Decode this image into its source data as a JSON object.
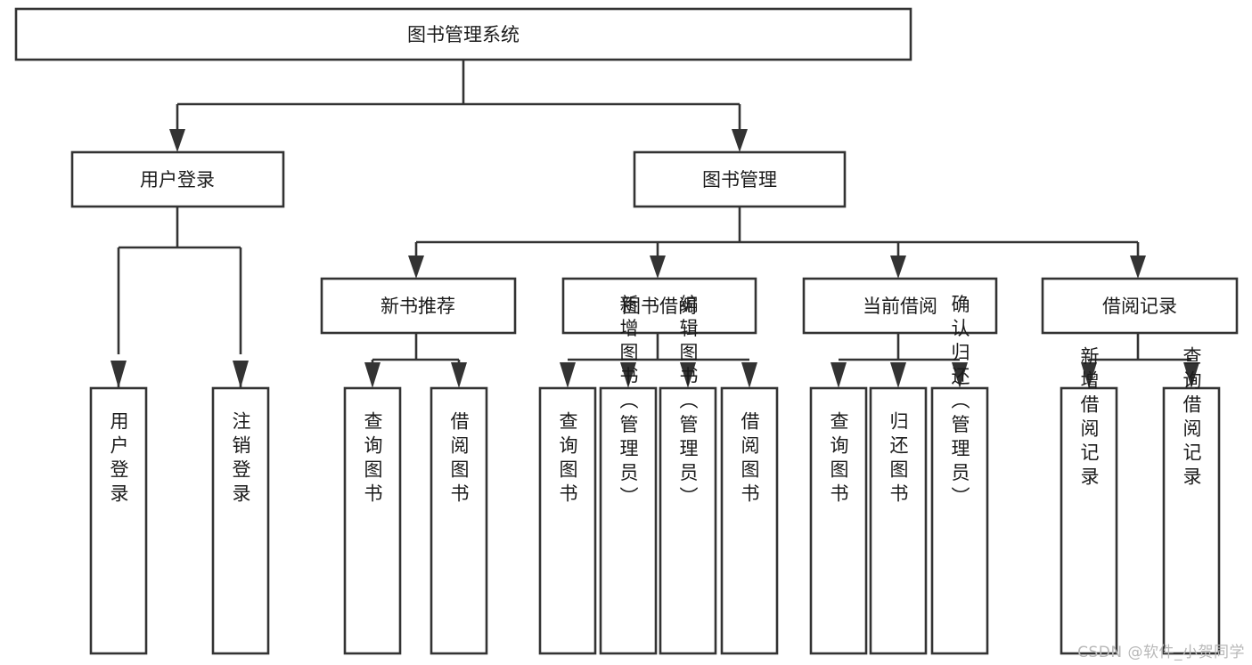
{
  "diagram": {
    "type": "tree-hierarchy-chart",
    "title": "图书管理系统",
    "orientation": "top-down",
    "style": {
      "box_fill": "#ffffff",
      "box_stroke": "#333333",
      "text_color": "#1b1b1b",
      "background": "#ffffff",
      "watermark_color": "#b8b8b8"
    },
    "root": {
      "id": "root",
      "label": "图书管理系统",
      "text_orientation": "horizontal"
    },
    "level2": [
      {
        "id": "user-login",
        "label": "用户登录",
        "text_orientation": "horizontal"
      },
      {
        "id": "book-management",
        "label": "图书管理",
        "text_orientation": "horizontal"
      }
    ],
    "level3": [
      {
        "id": "new-book-recommend",
        "label": "新书推荐",
        "parent": "book-management",
        "text_orientation": "horizontal"
      },
      {
        "id": "book-borrow",
        "label": "图书借阅",
        "parent": "book-management",
        "text_orientation": "horizontal"
      },
      {
        "id": "current-borrow",
        "label": "当前借阅",
        "parent": "book-management",
        "text_orientation": "horizontal"
      },
      {
        "id": "borrow-record",
        "label": "借阅记录",
        "parent": "book-management",
        "text_orientation": "horizontal"
      }
    ],
    "leaves": [
      {
        "id": "leaf-user-login",
        "label": "用户登录",
        "parent": "user-login",
        "text_orientation": "vertical"
      },
      {
        "id": "leaf-user-logout",
        "label": "注销登录",
        "parent": "user-login",
        "text_orientation": "vertical"
      },
      {
        "id": "leaf-query-book-1",
        "label": "查询图书",
        "parent": "new-book-recommend",
        "text_orientation": "vertical"
      },
      {
        "id": "leaf-borrow-book-1",
        "label": "借阅图书",
        "parent": "new-book-recommend",
        "text_orientation": "vertical"
      },
      {
        "id": "leaf-query-book-2",
        "label": "查询图书",
        "parent": "book-borrow",
        "text_orientation": "vertical"
      },
      {
        "id": "leaf-add-book",
        "label": "新增图书（管理员）",
        "parent": "book-borrow",
        "text_orientation": "vertical"
      },
      {
        "id": "leaf-edit-book",
        "label": "编辑图书（管理员）",
        "parent": "book-borrow",
        "text_orientation": "vertical"
      },
      {
        "id": "leaf-borrow-book-2",
        "label": "借阅图书",
        "parent": "book-borrow",
        "text_orientation": "vertical"
      },
      {
        "id": "leaf-query-book-3",
        "label": "查询图书",
        "parent": "current-borrow",
        "text_orientation": "vertical"
      },
      {
        "id": "leaf-return-book",
        "label": "归还图书",
        "parent": "current-borrow",
        "text_orientation": "vertical"
      },
      {
        "id": "leaf-confirm-return",
        "label": "确认归还（管理员）",
        "parent": "current-borrow",
        "text_orientation": "vertical"
      },
      {
        "id": "leaf-add-record",
        "label": "新增借阅记录",
        "parent": "borrow-record",
        "text_orientation": "vertical"
      },
      {
        "id": "leaf-query-record",
        "label": "查询借阅记录",
        "parent": "borrow-record",
        "text_orientation": "vertical"
      }
    ]
  },
  "watermark": {
    "text": "CSDN @软件_小贺同学"
  }
}
